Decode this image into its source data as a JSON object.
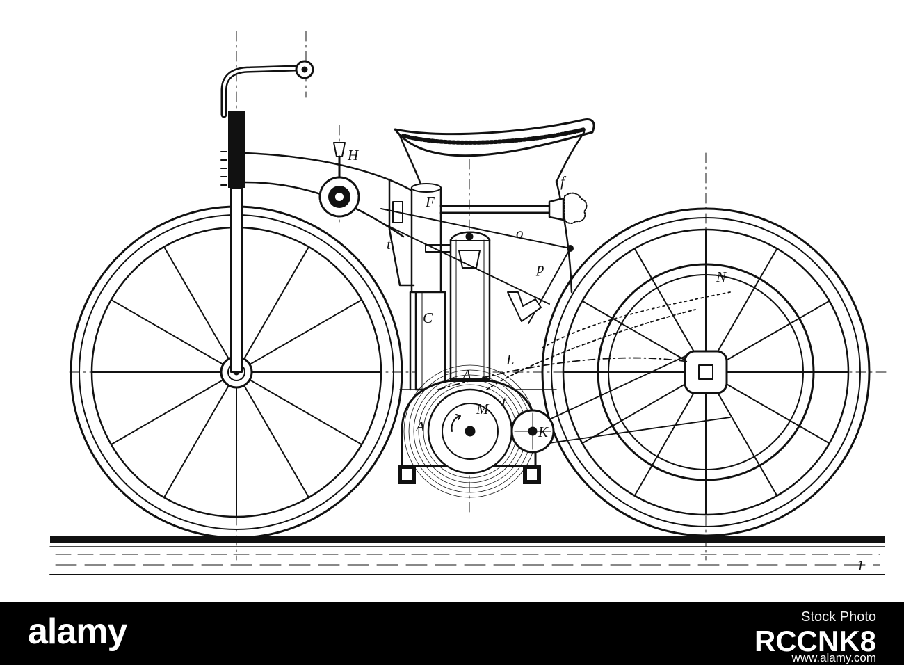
{
  "figure": {
    "part_labels": {
      "H": "H",
      "F": "F",
      "f": "f",
      "o": "o",
      "t": "t",
      "p": "p",
      "N": "N",
      "C": "C",
      "L": "L",
      "A_upper": "A",
      "A_left": "A",
      "M": "M",
      "t_lower": "t",
      "K": "K",
      "ground_mark": "1"
    },
    "colors": {
      "ink": "#111111",
      "paper": "#ffffff"
    }
  },
  "footer": {
    "brand": "alamy",
    "stock_caption": "Stock Photo",
    "image_id": "RCCNK8",
    "url": "www.alamy.com",
    "colors": {
      "bar": "#000000",
      "text": "#ffffff"
    }
  }
}
